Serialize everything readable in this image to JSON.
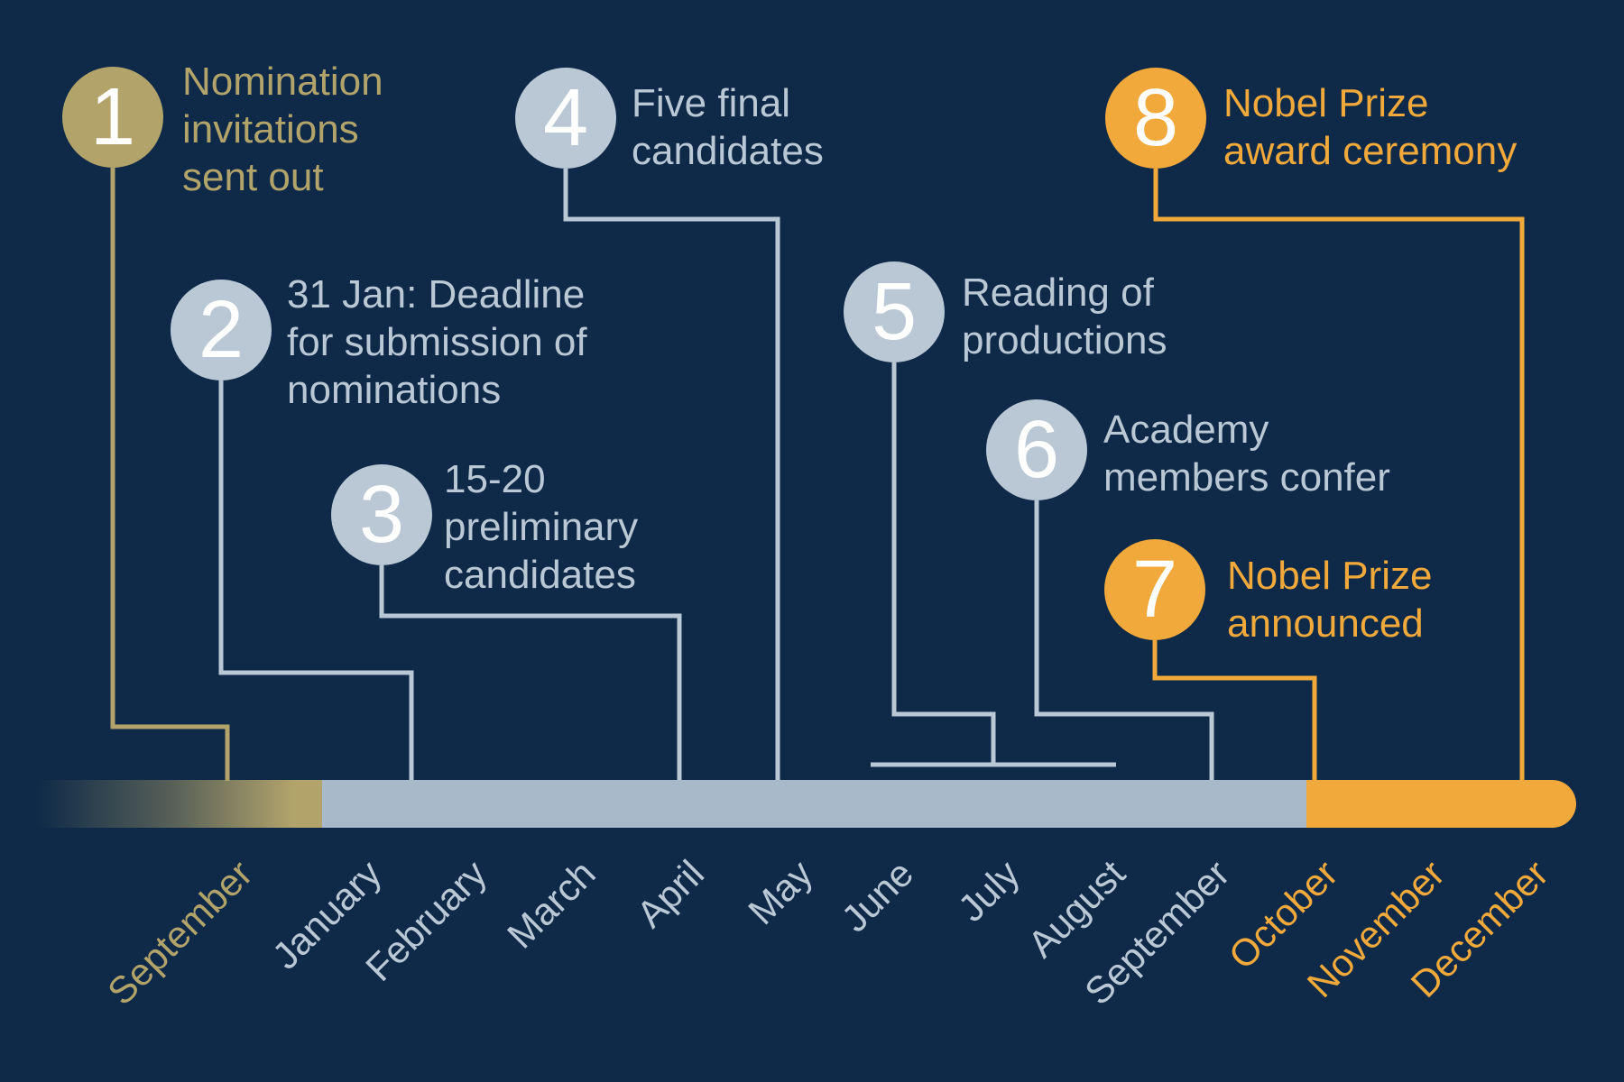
{
  "steps": [
    {
      "number": "1",
      "theme": "gold",
      "lines": [
        "Nomination",
        "invitations",
        "sent out"
      ]
    },
    {
      "number": "2",
      "theme": "blue",
      "lines": [
        "31 Jan: Deadline",
        "for submission of",
        "nominations"
      ]
    },
    {
      "number": "3",
      "theme": "blue",
      "lines": [
        "15-20",
        "preliminary",
        "candidates"
      ]
    },
    {
      "number": "4",
      "theme": "blue",
      "lines": [
        "Five final",
        "candidates"
      ]
    },
    {
      "number": "5",
      "theme": "blue",
      "lines": [
        "Reading of",
        "productions"
      ]
    },
    {
      "number": "6",
      "theme": "blue",
      "lines": [
        "Academy",
        "members confer"
      ]
    },
    {
      "number": "7",
      "theme": "orange",
      "lines": [
        "Nobel Prize",
        "announced"
      ]
    },
    {
      "number": "8",
      "theme": "orange",
      "lines": [
        "Nobel Prize",
        "award ceremony"
      ]
    }
  ],
  "timeline": {
    "months": [
      {
        "label": "September",
        "theme": "gold"
      },
      {
        "label": "January",
        "theme": "blue"
      },
      {
        "label": "February",
        "theme": "blue"
      },
      {
        "label": "March",
        "theme": "blue"
      },
      {
        "label": "April",
        "theme": "blue"
      },
      {
        "label": "May",
        "theme": "blue"
      },
      {
        "label": "June",
        "theme": "blue"
      },
      {
        "label": "July",
        "theme": "blue"
      },
      {
        "label": "August",
        "theme": "blue"
      },
      {
        "label": "September",
        "theme": "blue"
      },
      {
        "label": "October",
        "theme": "orange"
      },
      {
        "label": "November",
        "theme": "orange"
      },
      {
        "label": "December",
        "theme": "orange"
      }
    ]
  },
  "colors": {
    "background": "#0e2a48",
    "blue": "#bac8d6",
    "bar_blue": "#a8bac9",
    "gold": "#b2a36b",
    "orange": "#f0a93a",
    "number": "#ffffff"
  }
}
